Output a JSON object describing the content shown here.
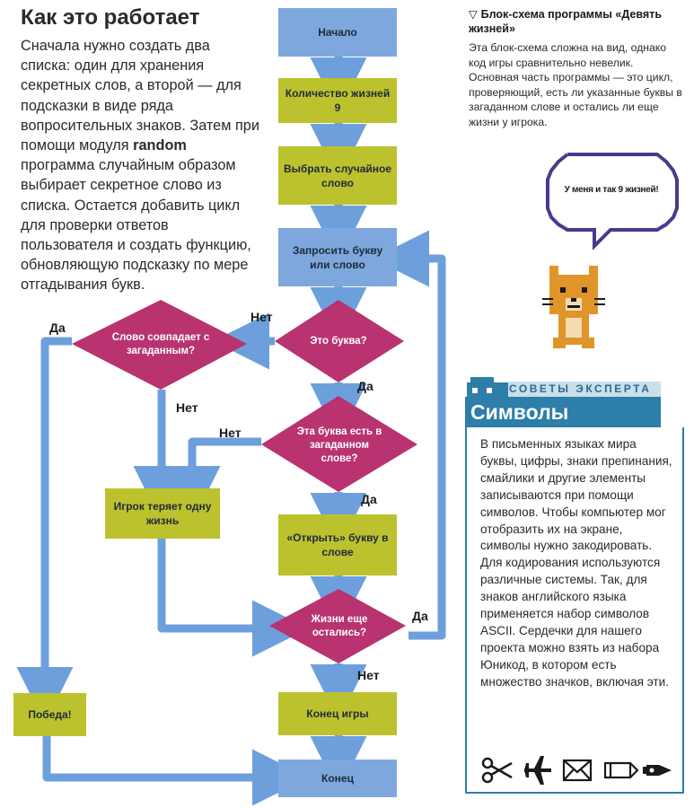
{
  "title": "Как это работает",
  "intro": {
    "part1": "Сначала нужно создать два списка: один для хранения секретных слов, а второй — для подсказки в виде ряда вопросительных знаков. Затем при помощи модуля ",
    "module": "random",
    "part2": " программа случайным образом выбирает секретное слово из списка. Остается добавить цикл для проверки ответов пользователя и создать функцию, обновляющую подсказку по мере отгадывания букв."
  },
  "flowchart": {
    "start": "Начало",
    "lives": "Количество жизней 9",
    "pick_word": "Выбрать случайное слово",
    "ask": "Запросить букву или слово",
    "is_letter": "Это буква?",
    "word_match": "Слово совпадает с загаданным?",
    "letter_in_word": "Эта буква есть в загаданном слове?",
    "lose_life": "Игрок теряет одну жизнь",
    "reveal": "«Открыть» букву в слове",
    "lives_left": "Жизни еще остались?",
    "victory": "Победа!",
    "game_over": "Конец игры",
    "end": "Конец",
    "labels": {
      "yes": "Да",
      "no": "Нет"
    }
  },
  "sidebar": {
    "caption_marker": "▽",
    "caption_title": "Блок-схема программы «Девять жизней»",
    "caption_text": "Эта блок-схема сложна на вид, однако код игры сравнительно невелик. Основная часть программы — это цикл, проверяющий, есть ли указанные буквы в загаданном слове и остались ли еще жизни у игрока.",
    "bubble_text": "У меня и так 9 жизней!"
  },
  "tips": {
    "header": "СОВЕТЫ ЭКСПЕРТА",
    "title": "Символы Юникода",
    "text": "В письменных языках мира буквы, цифры, знаки препинания, смайлики и другие элементы записываются при помощи символов. Чтобы компьютер мог отобразить их на экране, символы нужно закодировать. Для кодирования используются различные системы. Так, для знаков английского языка применяется набор символов ASCII. Сердечки для нашего проекта можно взять из набора Юникод, в котором есть множество значков, включая эти.",
    "icons": [
      "scissors-icon",
      "airplane-icon",
      "envelope-icon",
      "pencil-icon",
      "pen-nib-icon"
    ]
  },
  "colors": {
    "process_blue": "#7ea8dd",
    "process_green": "#bcc22e",
    "decision_magenta": "#b8336f",
    "arrow_blue": "#6c9fdc",
    "tips_blue": "#2d7ea9",
    "cat_orange": "#e0952a"
  }
}
